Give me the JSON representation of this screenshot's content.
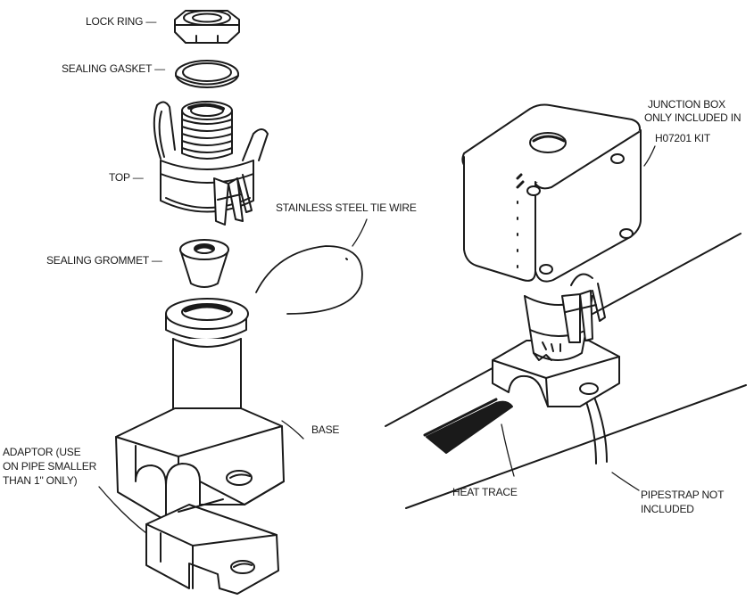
{
  "labels": {
    "lock_ring": "LOCK RING —",
    "sealing_gasket": "SEALING GASKET —",
    "top": "TOP —",
    "sealing_grommet": "SEALING GROMMET —",
    "stainless_steel_tie_wire": "STAINLESS STEEL TIE WIRE",
    "base": "BASE",
    "adaptor_line1": "ADAPTOR (USE",
    "adaptor_line2": "ON PIPE SMALLER",
    "adaptor_line3": "THAN 1\" ONLY)",
    "junction_box_line1": "JUNCTION BOX",
    "junction_box_line2": "ONLY INCLUDED IN",
    "junction_box_line3": "H07201 KIT",
    "heat_trace": "HEAT TRACE",
    "pipestrap_line1": "PIPESTRAP NOT",
    "pipestrap_line2": "INCLUDED"
  },
  "colors": {
    "line": "#1a1a1a",
    "background": "#ffffff"
  }
}
